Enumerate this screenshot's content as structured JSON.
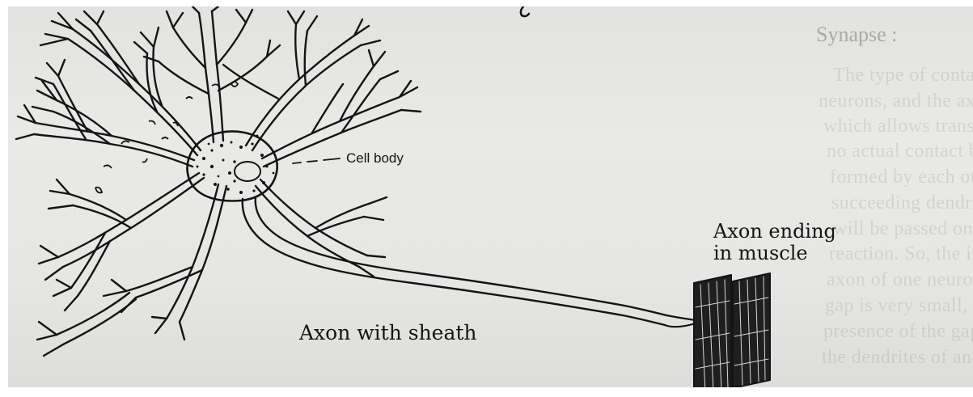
{
  "figure": {
    "labels": {
      "cell_body": "Cell body",
      "axon_ending_line1": "Axon ending",
      "axon_ending_line2": "in muscle",
      "axon_with_sheath": "Axon with sheath"
    },
    "background_page": {
      "heading": "Synapse :",
      "lines": [
        "The type of contact or connection",
        "neurons, and the axon ending of another neuron",
        "which allows transmission of the nerve impulse",
        "no actual contact between the two ends, and",
        "formed by each other like a pipeline, this tiny",
        "succeeding dendrites, within any other neuron,",
        "will be passed on, with the result that the impulse",
        "reaction. So, the impulse is passed on across the gap",
        "axon of one neuron and end branches of dendrite of",
        "gap is very small, so that the conduction is easily",
        "presence of the gap makes it possible for the communication",
        "the dendrites of another neuron going to a different part"
      ]
    },
    "colors": {
      "ink": "#141414",
      "paper": "#e7e7e5"
    }
  }
}
